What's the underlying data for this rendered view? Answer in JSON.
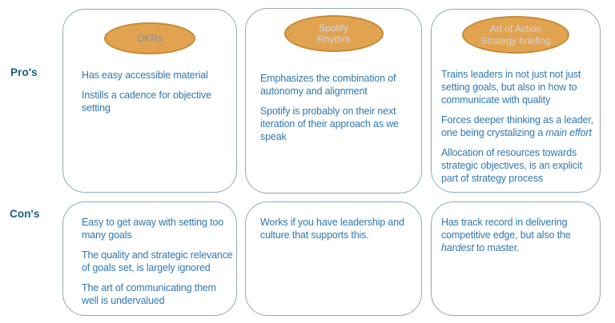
{
  "diagram": {
    "row_labels": {
      "pros": "Pro's",
      "cons": "Con's"
    },
    "colors": {
      "oval_fill": "#e2a351",
      "oval_border": "#c68836",
      "panel_border": "#8fa9be",
      "body_text": "#2e78b0",
      "row_label_text": "#19607f",
      "okrs_title_text": "#7b92b0",
      "spotify_title_text": "#ccd8e6",
      "art_of_action_title_text": "#c9d5e4"
    },
    "columns": [
      {
        "id": "okrs",
        "title": "OKRs",
        "title_color": "#7b92b0",
        "pros": [
          [
            {
              "t": "Has easy accessible material"
            }
          ],
          [
            {
              "t": "Instills a cadence for objective setting"
            }
          ]
        ],
        "cons": [
          [
            {
              "t": "Easy to get away with setting too many goals"
            }
          ],
          [
            {
              "t": "The quality and strategic relevance of goals set, is largely ignored"
            }
          ],
          [
            {
              "t": "The art of communicating them well is undervalued"
            }
          ]
        ]
      },
      {
        "id": "spotify-rhythm",
        "title": "Spotify\nRhythm",
        "title_color": "#ccd8e6",
        "pros": [
          [
            {
              "t": "Emphasizes the combination of autonomy and alignment"
            }
          ],
          [
            {
              "t": "Spotify is probably on their next iteration of their approach as we speak"
            }
          ]
        ],
        "cons": [
          [
            {
              "t": "Works if you have leadership and culture that supports this."
            }
          ]
        ]
      },
      {
        "id": "art-of-action",
        "title": "Art of Action\nStrategy briefing",
        "title_color": "#c9d5e4",
        "pros": [
          [
            {
              "t": "Trains leaders in not just not just setting goals, but also in how to communicate with quality"
            }
          ],
          [
            {
              "t": "Forces deeper thinking as a leader, one being crystalizing a "
            },
            {
              "t": "main effort",
              "i": true
            }
          ],
          [
            {
              "t": "Allocation of resources towards strategic objectives, is an explicit part of strategy process"
            }
          ]
        ],
        "cons": [
          [
            {
              "t": "Has track record in delivering competitive edge, but also the "
            },
            {
              "t": "hardest",
              "i": true
            },
            {
              "t": " to master."
            }
          ]
        ]
      }
    ]
  }
}
